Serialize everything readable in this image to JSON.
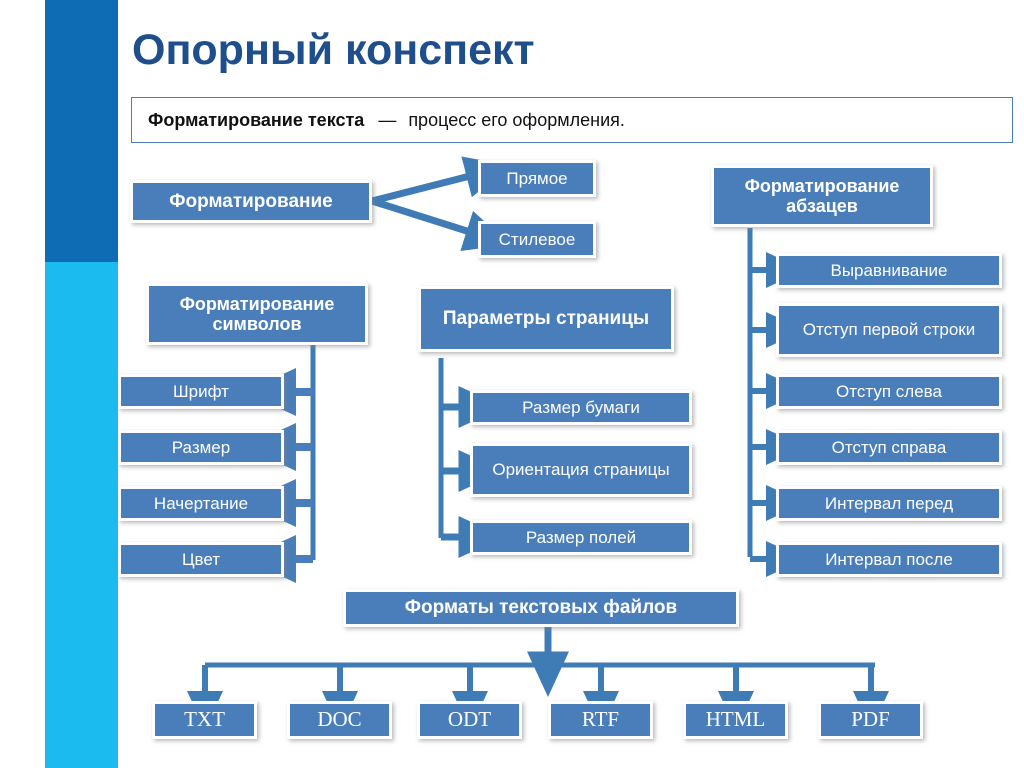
{
  "slide": {
    "title": "Опорный конспект",
    "accent_dark": "#0d6cb4",
    "accent_light": "#1cbbef",
    "node_fill": "#4a7ebb",
    "title_color": "#1f4e8c"
  },
  "definition": {
    "term": "Форматирование текста",
    "dash": "—",
    "text": "процесс его оформления."
  },
  "nodes": {
    "formatting_root": "Форматирование",
    "direct": "Прямое",
    "style": "Стилевое",
    "paragraph_head": "Форматирование абзацев",
    "chars_head": "Форматирование символов",
    "page_head": "Параметры страницы",
    "file_formats_head": "Форматы текстовых файлов"
  },
  "char_format_items": [
    "Шрифт",
    "Размер",
    "Начертание",
    "Цвет"
  ],
  "page_param_items": [
    "Размер бумаги",
    "Ориентация страницы",
    "Размер полей"
  ],
  "paragraph_items": [
    "Выравнивание",
    "Отступ первой строки",
    "Отступ слева",
    "Отступ справа",
    "Интервал перед",
    "Интервал после"
  ],
  "file_formats": [
    "TXT",
    "DOC",
    "ODT",
    "RTF",
    "HTML",
    "PDF"
  ]
}
